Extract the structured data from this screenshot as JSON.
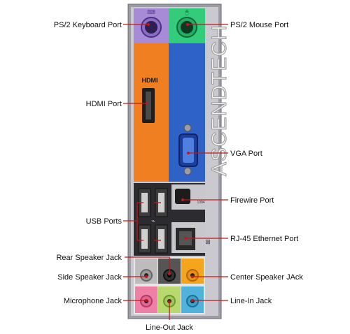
{
  "watermark": "ASCENDTECH",
  "port_labels": {
    "ps2_keyboard": "PS/2 Keyboard Port",
    "ps2_mouse": "PS/2 Mouse Port",
    "hdmi": "HDMI Port",
    "vga": "VGA Port",
    "firewire": "Firewire Port",
    "usb": "USB Ports",
    "ethernet": "RJ-45 Ethernet Port",
    "rear_speaker": "Rear Speaker Jack",
    "side_speaker": "Side Speaker Jack",
    "center_speaker": "Center Speaker JAck",
    "microphone": "Microphone Jack",
    "line_in": "Line-In Jack",
    "line_out": "Line-Out Jack"
  },
  "panel_text": {
    "hdmi_logo": "HDMI",
    "firewire_tag": "1394"
  },
  "colors": {
    "panel_gray": "#9c9ca4",
    "ps2_keyboard": "#a78bd6",
    "ps2_mouse": "#33cc7a",
    "orange_block": "#f07f22",
    "blue_block": "#2f62c7",
    "io_dark": "#2c2c30",
    "audio_rear": "#555555",
    "audio_side": "#bcbcbc",
    "audio_center": "#f4a51c",
    "audio_mic": "#ee7fa6",
    "audio_line_out": "#b7d96e",
    "audio_line_in": "#4fb3dc",
    "leader_line": "#c01818"
  }
}
